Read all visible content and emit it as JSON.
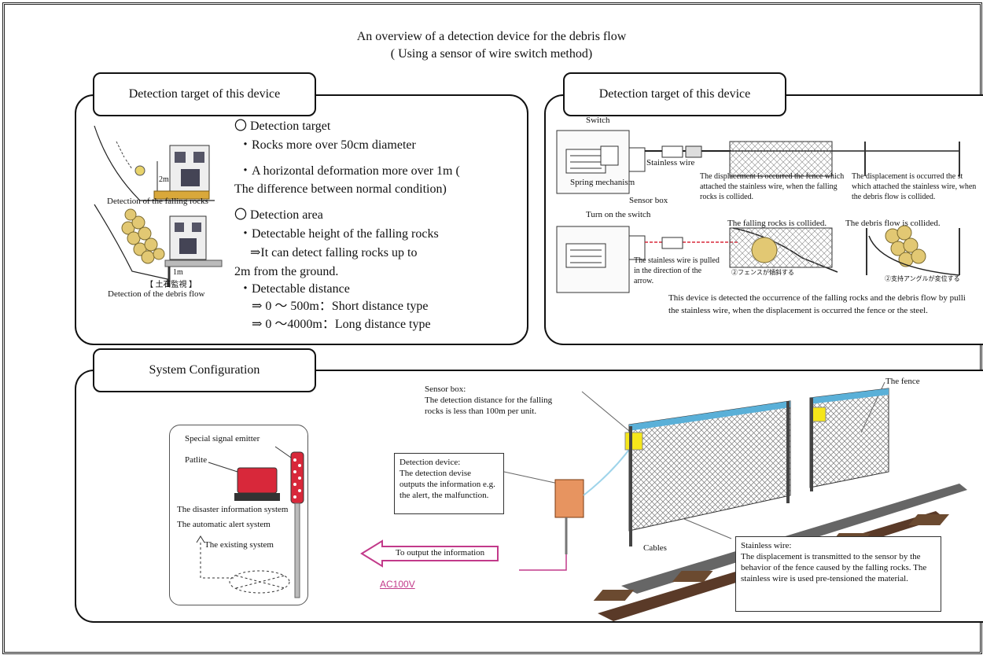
{
  "title": {
    "line1": "An overview of a detection device for the debris flow",
    "line2": "( Using a sensor of wire switch method)"
  },
  "left_panel": {
    "tab": "Detection target of this device",
    "img_caption_1": "Detection of the falling rocks",
    "img_caption_2": "Detection of the debris flow",
    "img_label_2m": "2m",
    "img_label_1m": "1m",
    "img_label_jp": "【 土石監視 】",
    "lines": [
      "〇 Detection target",
      "・Rocks more over 50cm diameter",
      "・A horizontal deformation more over 1m (",
      "The difference between normal condition)",
      "〇 Detection area",
      "・Detectable height of  the falling rocks",
      "⇒It can detect falling rocks up to",
      "2m from the ground.",
      "・Detectable distance",
      "⇒ 0 〜  500m：Short distance type",
      "⇒ 0 〜4000m：Long distance type"
    ]
  },
  "right_panel": {
    "tab": "Detection target of this device",
    "switch": "Switch",
    "stainless_wire": "Stainless wire",
    "spring": "Spring mechanism",
    "sensor_box": "Sensor box",
    "disp_fence": "The displacement is occurred the fence which attached the stainless wire, when the falling rocks is collided.",
    "disp_steel": "The displacement is occurred the st which attached the stainless wire, when the debris flow is collided.",
    "turn_on": "Turn on the switch",
    "rocks_collided": "The falling rocks is collided.",
    "debris_collided": "The debris flow is collided.",
    "pulled": "The stainless wire is pulled in the direction of the arrow.",
    "jp_fence": "②フェンスが傾斜する",
    "jp_angle": "②支持アングルが変位する",
    "bottom_note_1": "This device is detected the occurrence of the falling rocks and the debris flow by pulli",
    "bottom_note_2": "the stainless wire, when the displacement is occurred the fence or the steel."
  },
  "bottom_panel": {
    "tab": "System Configuration",
    "special_emitter": "Special signal emitter",
    "patlite": "Patlite",
    "disaster_system": "The disaster information system",
    "auto_alert": "The automatic alert system",
    "existing": "The existing system",
    "sensor_box_title": "Sensor box:",
    "sensor_box_text": "The detection distance for the falling rocks  is less than 100m per unit.",
    "fence": "The fence",
    "device_title": "Detection device:",
    "device_text": "The detection devise outputs the information e.g. the alert, the malfunction.",
    "output": "To output the information",
    "ac": "AC100V",
    "cables": "Cables",
    "wire_title": "Stainless wire:",
    "wire_text": "The displacement is transmitted to the sensor by the behavior of the fence caused by the falling rocks. The stainless wire is used pre-tensioned the material."
  },
  "colors": {
    "accent_red": "#d8283a",
    "fence_blue": "#5ab0d8",
    "sensor_yellow": "#f5e61a",
    "arrow_pink": "#c23a8a"
  }
}
